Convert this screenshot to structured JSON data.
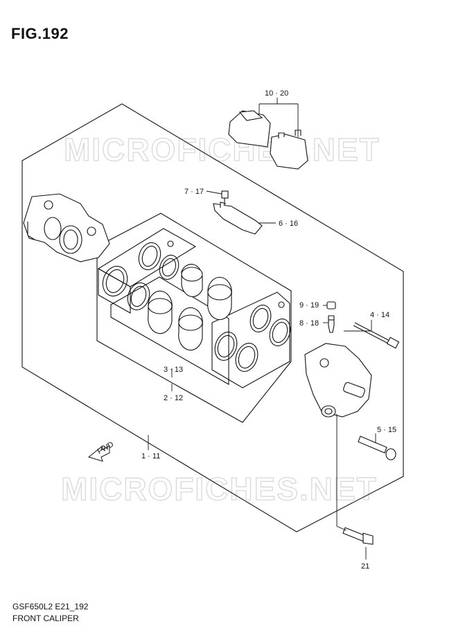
{
  "figure": {
    "title": "FIG.192",
    "model_code": "GSF650L2 E21_192",
    "caption": "FRONT CALIPER",
    "watermark": "MICROFICHES.NET",
    "direction_badge": "FWD"
  },
  "callouts": [
    {
      "id": "pads",
      "label": "10 · 20"
    },
    {
      "id": "pad-spring-bolt",
      "label": "7 · 17"
    },
    {
      "id": "pad-spring",
      "label": "6 · 16"
    },
    {
      "id": "bleeder-cap",
      "label": "9 · 19"
    },
    {
      "id": "bleeder-valve",
      "label": "8 · 18"
    },
    {
      "id": "pad-pin",
      "label": "4 · 14"
    },
    {
      "id": "caliper-pistons",
      "label": "3 · 13"
    },
    {
      "id": "piston-seal-set",
      "label": "2 · 12"
    },
    {
      "id": "caliper-assy",
      "label": "1 · 11"
    },
    {
      "id": "caliper-bolt-pin",
      "label": "5 · 15"
    },
    {
      "id": "mounting-bolt",
      "label": "21"
    }
  ],
  "colors": {
    "line": "#111111",
    "watermark": "#d8d8d8"
  }
}
